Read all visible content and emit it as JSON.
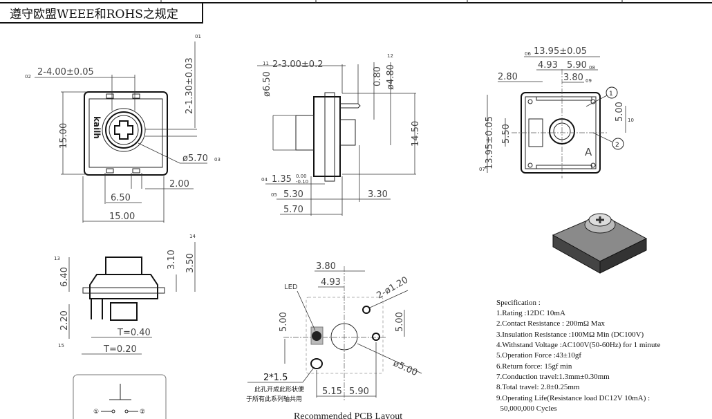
{
  "title": "遵守欧盟WEEE和ROHS之规定",
  "top_view": {
    "d_pitch": "2-4.00±0.05",
    "d_offset": "2-1.30±0.03",
    "d_height": "15.00",
    "d_dia": "ø5.70",
    "d_2": "2.00",
    "d_650": "6.50",
    "d_width": "15.00",
    "tag1": "01",
    "tag2": "02",
    "tag3": "03",
    "brand": "kailh"
  },
  "side_view": {
    "d_pin": "2-3.00±0.2",
    "d_080": "0.80",
    "d_480": "ø4.80",
    "d_650": "ø6.50",
    "d_1450": "14.50",
    "d_135": "1.35",
    "d_135_tol_up": "0.00",
    "d_135_tol_dn": "-0.10",
    "d_530": "5.30",
    "d_330": "3.30",
    "d_570": "5.70",
    "tag11": "11",
    "tag12": "12",
    "tag4": "04",
    "tag5": "05"
  },
  "bottom_view": {
    "d_1395w": "13.95±0.05",
    "d_493": "4.93",
    "d_590": "5.90",
    "d_280": "2.80",
    "d_380": "3.80",
    "d_1395h": "13.95±0.05",
    "d_550": "5.50",
    "d_500": "5.00",
    "tag6": "06",
    "tag7": "07",
    "tag8": "08",
    "tag9": "09",
    "tag10": "10",
    "pin1": "1",
    "pin2": "2",
    "mark": "A"
  },
  "front_view": {
    "d_640": "6.40",
    "d_310": "3.10",
    "d_350": "3.50",
    "d_220": "2.20",
    "t_040": "T=0.40",
    "t_020": "T=0.20",
    "tag13": "13",
    "tag14": "14",
    "tag15": "15"
  },
  "schematic": {
    "pin1": "①",
    "pin2": "②"
  },
  "pcb": {
    "d_380": "3.80",
    "d_493": "4.93",
    "d_hole": "2-ø1.20",
    "d_500l": "5.00",
    "d_500r": "5.00",
    "d_big": "ø5.00",
    "led": "LED",
    "slot": "2*1.5",
    "note1": "此孔开成此形状便",
    "note2": "于所有此系列轴共用",
    "d_515": "5.15",
    "d_590": "5.90",
    "caption": "Recommended PCB Layout"
  },
  "spec": {
    "heading": "Specification :",
    "lines": [
      "1.Rating :12DC 10mA",
      "2.Contact Resistance : 200mΩ  Max",
      "3.Insulation Resistance :100MΩ  Min (DC100V)",
      "4.Withstand Voltage :AC100V(50-60Hz) for 1 minute",
      "5.Operation Force :43±10gf",
      "6.Return  force: 15gf min",
      "7.Conduction travel:1.3mm±0.30mm",
      "8.Total travel: 2.8±0.25mm",
      "9.Operating Life(Resistance load DC12V 10mA) :",
      "  50,000,000 Cycles"
    ]
  }
}
